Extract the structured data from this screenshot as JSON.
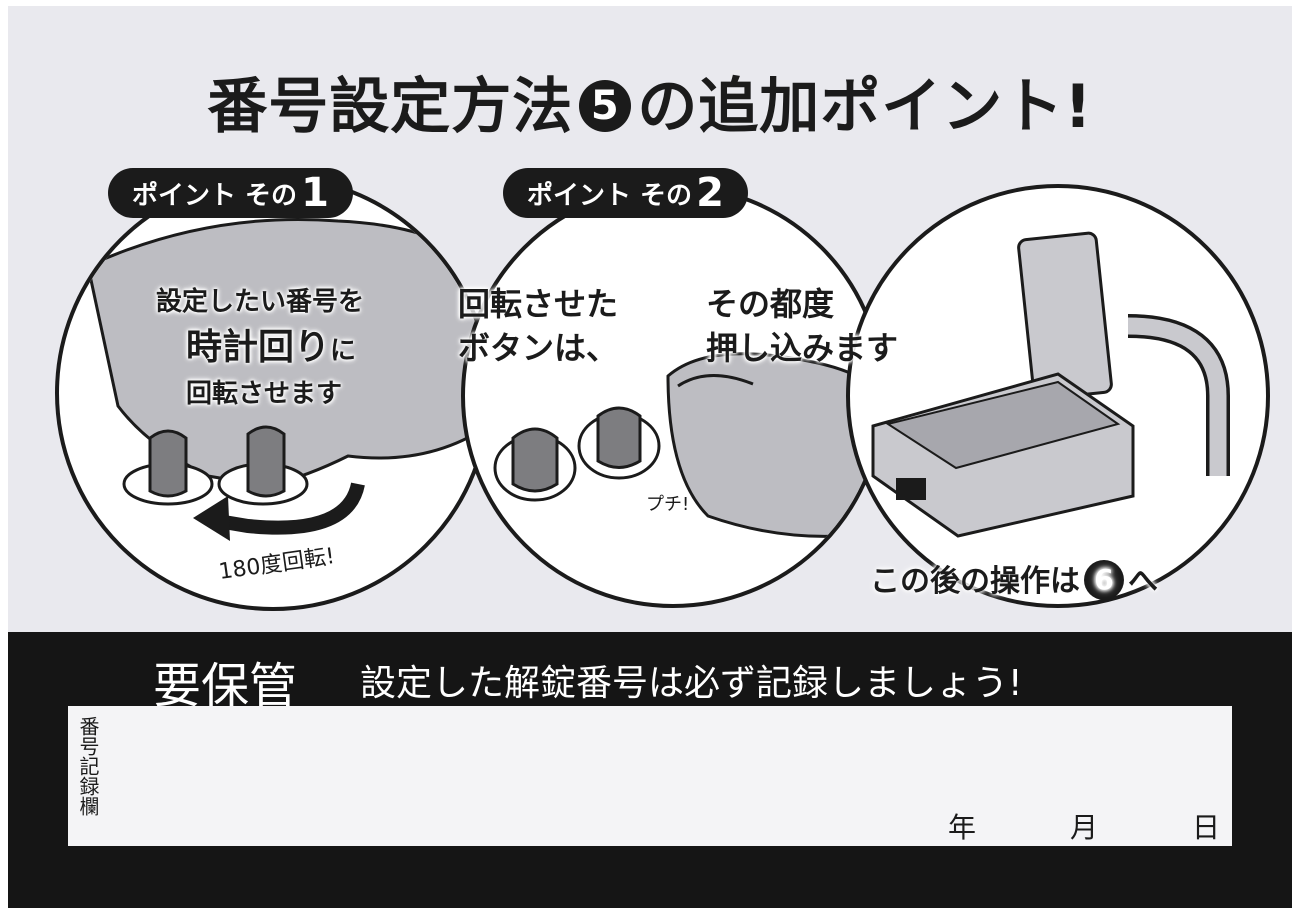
{
  "title": {
    "prefix": "番号設定方法",
    "step_number": "5",
    "suffix": "の追加ポイント!"
  },
  "point1": {
    "badge_label": "ポイント その",
    "badge_number": "1",
    "line1": "設定したい番号を",
    "line2_emphasis": "時計回り",
    "line2_rest": "に",
    "line3": "回転させます",
    "rotation_note": "180度回転!"
  },
  "point2": {
    "badge_label": "ポイント その",
    "badge_number": "2",
    "text_a_line1": "回転させた",
    "text_a_line2": "ボタンは、",
    "text_b_line1": "その都度",
    "text_b_line2": "押し込みます",
    "sound": "プチ!"
  },
  "next_step": {
    "prefix": "この後の操作は",
    "number": "6",
    "suffix": "へ"
  },
  "record": {
    "keep_label": "要保管",
    "message": "設定した解錠番号は必ず記録しましょう!",
    "box_label": "番号記録欄",
    "year": "年",
    "month": "月",
    "day": "日"
  },
  "colors": {
    "background": "#e9e9ee",
    "ink": "#1b1b1b",
    "band": "#151515",
    "illustration_gray": "#8a8a8a"
  }
}
